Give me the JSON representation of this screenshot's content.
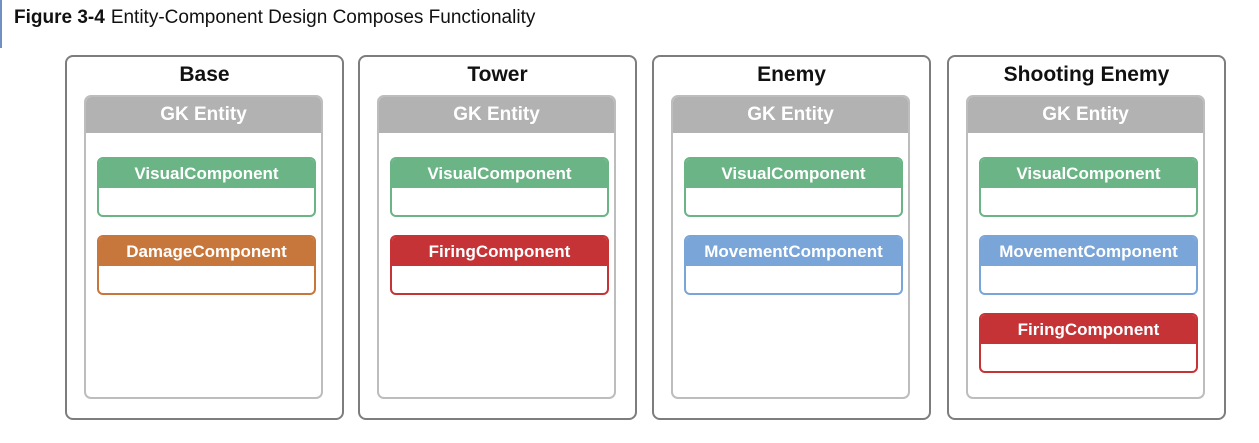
{
  "caption": {
    "label": "Figure 3-4",
    "text": "Entity-Component Design Composes Functionality"
  },
  "colors": {
    "visual": "#6ab486",
    "damage": "#c8773c",
    "firing": "#c53336",
    "movement": "#7aa5d9",
    "entity_header": "#b2b2b2",
    "panel_border": "#7d7d7d"
  },
  "panels": [
    {
      "title": "Base",
      "entity": "GK Entity",
      "components": [
        {
          "label": "VisualComponent",
          "color": "#6ab486"
        },
        {
          "label": "DamageComponent",
          "color": "#c8773c"
        }
      ]
    },
    {
      "title": "Tower",
      "entity": "GK Entity",
      "components": [
        {
          "label": "VisualComponent",
          "color": "#6ab486"
        },
        {
          "label": "FiringComponent",
          "color": "#c53336"
        }
      ]
    },
    {
      "title": "Enemy",
      "entity": "GK Entity",
      "components": [
        {
          "label": "VisualComponent",
          "color": "#6ab486"
        },
        {
          "label": "MovementComponent",
          "color": "#7aa5d9"
        }
      ]
    },
    {
      "title": "Shooting Enemy",
      "entity": "GK Entity",
      "components": [
        {
          "label": "VisualComponent",
          "color": "#6ab486"
        },
        {
          "label": "MovementComponent",
          "color": "#7aa5d9"
        },
        {
          "label": "FiringComponent",
          "color": "#c53336"
        }
      ]
    }
  ]
}
